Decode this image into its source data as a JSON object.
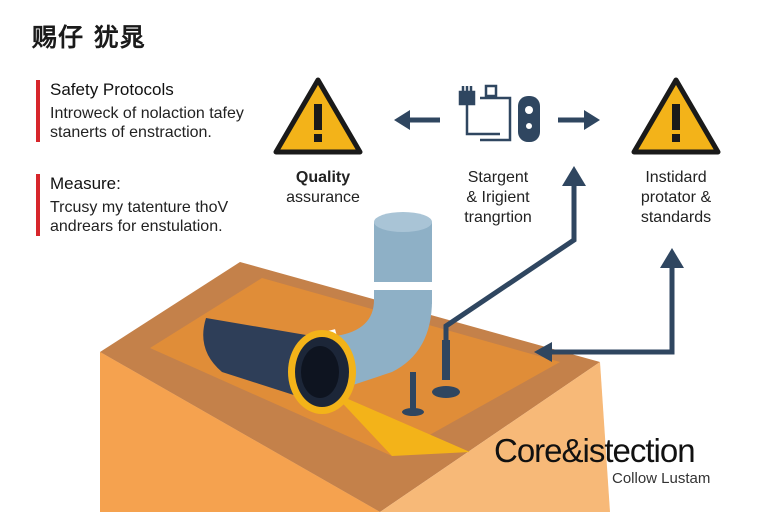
{
  "title": "赐仔 犹晁",
  "sections": [
    {
      "heading": "Safety Protocols",
      "body": "Introweck of nolaction tafey stanerts of enstraction."
    },
    {
      "heading": "Measure:",
      "body": "Trcusy my tatenture thoV andrears for enstulation."
    }
  ],
  "nodes": {
    "quality": {
      "title": "Quality",
      "subtitle": "assurance"
    },
    "center": {
      "line1": "Stargent",
      "line2": "& Irigient",
      "line3": "trangrtion"
    },
    "right": {
      "line1": "Instidard",
      "line2": "protator &",
      "line3": "standards"
    }
  },
  "core": {
    "title": "Core&istection",
    "subtitle": "Collow Lustam"
  },
  "icons": [
    "warning-triangle-icon",
    "ethernet-plug-icon",
    "usb-device-icon",
    "arrow-left-icon",
    "arrow-right-icon",
    "arrow-up-icon"
  ],
  "colors": {
    "accent_red": "#d7262b",
    "warning_yellow": "#f3b319",
    "arrow_navy": "#2f4660",
    "box_orange": "#f6a85a",
    "pipe_blue": "#8eb0c6",
    "pipe_dark": "#2e3e58"
  }
}
